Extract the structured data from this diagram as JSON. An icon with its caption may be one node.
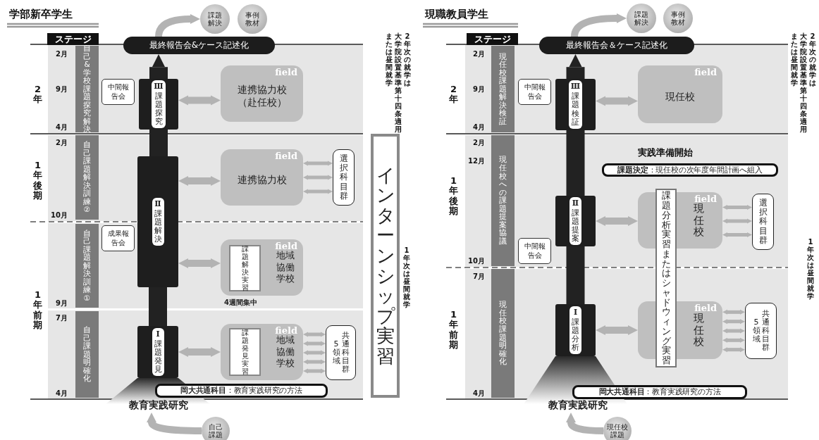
{
  "diagram": {
    "nodes": [
      {
        "text": [
          "自己&学校課題探究解決"
        ]
      },
      {
        "text": [
          "自己課題解決訓練②"
        ]
      },
      {
        "text": [
          "自己課題解決訓練①"
        ]
      },
      {
        "text": [
          "自己課題明確化"
        ]
      },
      {
        "text": [
          "中間報告会"
        ]
      },
      {
        "text": [
          "成果報告会"
        ]
      },
      {
        "text": [
          "最終報告会&ケース記述化"
        ]
      },
      {
        "text": [
          "課題解決"
        ]
      },
      {
        "text": [
          "事例教材"
        ]
      },
      {
        "text": [
          "Ⅲ",
          "課題探究"
        ]
      },
      {
        "text": [
          "field",
          "連携協力校（赴任校）"
        ]
      },
      {
        "text": [
          "Ⅱ",
          "課題解決"
        ]
      },
      {
        "text": [
          "field",
          "連携協力校"
        ]
      },
      {
        "text": [
          "選択科目群"
        ]
      },
      {
        "text": [
          "field",
          "地域協働学校"
        ],
        "beside": [
          "4週間集中"
        ]
      },
      {
        "text": [
          "課題解決実習"
        ],
        "in": 14
      },
      {
        "text": [
          "Ⅰ",
          "課題発見"
        ]
      },
      {
        "text": [
          "field",
          "地域協働学校"
        ]
      },
      {
        "text": [
          "課題発見実習"
        ],
        "in": 17
      },
      {
        "text": [
          "5領域",
          "共通科目群"
        ]
      },
      {
        "text": [
          "**岡大共通科目**：教育実践研究の方法"
        ]
      },
      {
        "text": [
          "教育実践研究"
        ]
      },
      {
        "text": [
          "自己課題"
        ]
      },
      {
        "text": [
          "インターンシップ実習"
        ]
      },
      {
        "text": [
          "現任校課題解決検証"
        ]
      },
      {
        "text": [
          "現任校への課題提案協議"
        ]
      },
      {
        "text": [
          "現任校課題明確化"
        ]
      },
      {
        "text": [
          "中間報告会"
        ]
      },
      {
        "text": [
          "中間報告会"
        ]
      },
      {
        "text": [
          "最終報告会＆ケース記述化"
        ]
      },
      {
        "text": [
          "課題解決"
        ]
      },
      {
        "text": [
          "事例教材"
        ]
      },
      {
        "text": [
          "Ⅲ",
          "課題検証"
        ]
      },
      {
        "text": [
          "field",
          "現任校"
        ]
      },
      {
        "text": [
          "**課題決定**：現任校の次年度年間計画へ組入"
        ]
      },
      {
        "text": [
          "Ⅱ",
          "課題提案"
        ]
      },
      {
        "text": [
          "field",
          "現任校"
        ]
      },
      {
        "text": [
          "選択科目群"
        ]
      },
      {
        "text": [
          "課題分析実習またはシャドウィング実習"
        ]
      },
      {
        "text": [
          "Ⅰ",
          "課題分析"
        ]
      },
      {
        "text": [
          "field",
          "現任校"
        ]
      },
      {
        "text": [
          "5領域",
          "共通科目群"
        ]
      },
      {
        "text": [
          "**岡大共通科目**：教育実践研究の方法"
        ]
      },
      {
        "text": [
          "教育実践研究"
        ]
      },
      {
        "text": [
          "現任校課題"
        ]
      }
    ],
    "edges": [
      {
        "from": 6,
        "to": 7,
        "arrow": "to"
      },
      {
        "from": 9,
        "to": 6,
        "arrow": "to",
        "style": "thick",
        "color": "#222222"
      },
      {
        "from": 11,
        "to": 9,
        "arrow": "none",
        "style": "thick",
        "color": "#222222"
      },
      {
        "from": 16,
        "to": 11,
        "arrow": "none",
        "style": "thick",
        "color": "#222222"
      },
      {
        "from": 22,
        "to": 21,
        "arrow": "to"
      },
      {
        "from": 9,
        "to": 10,
        "arrow": "both"
      },
      {
        "from": 11,
        "to": 12,
        "arrow": "both"
      },
      {
        "from": 12,
        "to": 13,
        "arrow": "both"
      },
      {
        "from": 12,
        "to": 13,
        "arrow": "both"
      },
      {
        "from": 12,
        "to": 13,
        "arrow": "both"
      },
      {
        "from": 11,
        "to": 14,
        "arrow": "both"
      },
      {
        "from": 16,
        "to": 17,
        "arrow": "both"
      },
      {
        "from": 17,
        "to": 19,
        "arrow": "both"
      },
      {
        "from": 17,
        "to": 19,
        "arrow": "both"
      },
      {
        "from": 17,
        "to": 19,
        "arrow": "both"
      },
      {
        "from": 17,
        "to": 19,
        "arrow": "both"
      },
      {
        "from": 17,
        "to": 19,
        "arrow": "both"
      },
      {
        "from": 29,
        "to": 30,
        "arrow": "to"
      },
      {
        "from": 32,
        "to": 29,
        "arrow": "to",
        "style": "thick",
        "color": "#222222"
      },
      {
        "from": 35,
        "to": 32,
        "arrow": "none",
        "style": "thick",
        "color": "#222222"
      },
      {
        "from": 39,
        "to": 35,
        "arrow": "none",
        "style": "thick",
        "color": "#222222"
      },
      {
        "from": 44,
        "to": 43,
        "arrow": "to"
      },
      {
        "from": 32,
        "to": 33,
        "arrow": "both"
      },
      {
        "from": 35,
        "to": 36,
        "arrow": "both"
      },
      {
        "from": 36,
        "to": 37,
        "arrow": "both"
      },
      {
        "from": 36,
        "to": 37,
        "arrow": "both"
      },
      {
        "from": 36,
        "to": 37,
        "arrow": "both"
      },
      {
        "from": 39,
        "to": 40,
        "arrow": "both"
      },
      {
        "from": 40,
        "to": 41,
        "arrow": "both"
      },
      {
        "from": 40,
        "to": 41,
        "arrow": "both"
      },
      {
        "from": 40,
        "to": 41,
        "arrow": "both"
      },
      {
        "from": 40,
        "to": 41,
        "arrow": "both"
      },
      {
        "from": 40,
        "to": 41,
        "arrow": "both"
      }
    ],
    "labels": [
      "学部新卒学生",
      "ステージ",
      "2年",
      "2月",
      "9月",
      "4月",
      "1年後期",
      "2月",
      "10月",
      "1年前期",
      "9月",
      "7月",
      "4月",
      "2年次の就学は",
      "大学院設置基準第十四条適用",
      "または昼間就学",
      "1年次は昼間就学",
      "現職教員学生",
      "ステージ",
      "2年",
      "2月",
      "9月",
      "4月",
      "1年後期",
      "2月",
      "12月",
      "10月",
      "1年前期",
      "7月",
      "4月",
      "実践準備開始",
      "2年次の就学は",
      "大学院設置基準第十四条適用",
      "または昼間就学",
      "1年次は昼間就学"
    ]
  }
}
